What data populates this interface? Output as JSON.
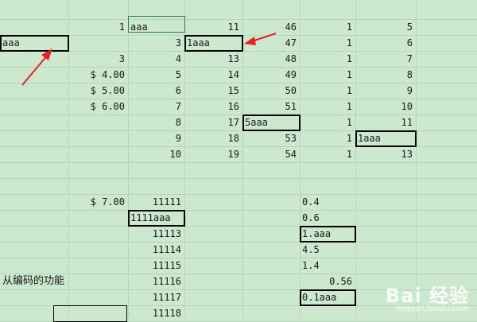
{
  "colors": {
    "background": "#cce8cf",
    "arrow": "#e32222",
    "highlight_box": "#000000"
  },
  "rows": [
    {
      "r": 0,
      "cells": [
        {
          "c": "B",
          "t": "1",
          "a": "r"
        },
        {
          "c": "C",
          "t": "aaa",
          "a": "l"
        },
        {
          "c": "D",
          "t": "11",
          "a": "r"
        },
        {
          "c": "E",
          "t": "46",
          "a": "r"
        },
        {
          "c": "F",
          "t": "1",
          "a": "r"
        },
        {
          "c": "G",
          "t": "5",
          "a": "r"
        }
      ]
    },
    {
      "r": 1,
      "cells": [
        {
          "c": "A",
          "t": "aaa",
          "a": "l"
        },
        {
          "c": "C",
          "t": "3",
          "a": "r"
        },
        {
          "c": "D",
          "t": "1aaa",
          "a": "l"
        },
        {
          "c": "E",
          "t": "47",
          "a": "r"
        },
        {
          "c": "F",
          "t": "1",
          "a": "r"
        },
        {
          "c": "G",
          "t": "6",
          "a": "r"
        }
      ]
    },
    {
      "r": 2,
      "cells": [
        {
          "c": "B",
          "t": "3",
          "a": "r"
        },
        {
          "c": "C",
          "t": "4",
          "a": "r"
        },
        {
          "c": "D",
          "t": "13",
          "a": "r"
        },
        {
          "c": "E",
          "t": "48",
          "a": "r"
        },
        {
          "c": "F",
          "t": "1",
          "a": "r"
        },
        {
          "c": "G",
          "t": "7",
          "a": "r"
        }
      ]
    },
    {
      "r": 3,
      "cells": [
        {
          "c": "B",
          "t": "$    4.00",
          "a": "r"
        },
        {
          "c": "C",
          "t": "5",
          "a": "r"
        },
        {
          "c": "D",
          "t": "14",
          "a": "r"
        },
        {
          "c": "E",
          "t": "49",
          "a": "r"
        },
        {
          "c": "F",
          "t": "1",
          "a": "r"
        },
        {
          "c": "G",
          "t": "8",
          "a": "r"
        }
      ]
    },
    {
      "r": 4,
      "cells": [
        {
          "c": "B",
          "t": "$    5.00",
          "a": "r"
        },
        {
          "c": "C",
          "t": "6",
          "a": "r"
        },
        {
          "c": "D",
          "t": "15",
          "a": "r"
        },
        {
          "c": "E",
          "t": "50",
          "a": "r"
        },
        {
          "c": "F",
          "t": "1",
          "a": "r"
        },
        {
          "c": "G",
          "t": "9",
          "a": "r"
        }
      ]
    },
    {
      "r": 5,
      "cells": [
        {
          "c": "B",
          "t": "$    6.00",
          "a": "r"
        },
        {
          "c": "C",
          "t": "7",
          "a": "r"
        },
        {
          "c": "D",
          "t": "16",
          "a": "r"
        },
        {
          "c": "E",
          "t": "51",
          "a": "r"
        },
        {
          "c": "F",
          "t": "1",
          "a": "r"
        },
        {
          "c": "G",
          "t": "10",
          "a": "r"
        }
      ]
    },
    {
      "r": 6,
      "cells": [
        {
          "c": "C",
          "t": "8",
          "a": "r"
        },
        {
          "c": "D",
          "t": "17",
          "a": "r"
        },
        {
          "c": "E",
          "t": "5aaa",
          "a": "l"
        },
        {
          "c": "F",
          "t": "1",
          "a": "r"
        },
        {
          "c": "G",
          "t": "11",
          "a": "r"
        }
      ]
    },
    {
      "r": 7,
      "cells": [
        {
          "c": "C",
          "t": "9",
          "a": "r"
        },
        {
          "c": "D",
          "t": "18",
          "a": "r"
        },
        {
          "c": "E",
          "t": "53",
          "a": "r"
        },
        {
          "c": "F",
          "t": "1",
          "a": "r"
        },
        {
          "c": "G",
          "t": "1aaa",
          "a": "l"
        }
      ]
    },
    {
      "r": 8,
      "cells": [
        {
          "c": "C",
          "t": "10",
          "a": "r"
        },
        {
          "c": "D",
          "t": "19",
          "a": "r"
        },
        {
          "c": "E",
          "t": "54",
          "a": "r"
        },
        {
          "c": "F",
          "t": "1",
          "a": "r"
        },
        {
          "c": "G",
          "t": "13",
          "a": "r"
        }
      ]
    },
    {
      "r": 11,
      "cells": [
        {
          "c": "B",
          "t": "$    7.00",
          "a": "r"
        },
        {
          "c": "C",
          "t": "11111",
          "a": "r"
        },
        {
          "c": "F",
          "t": "0.4",
          "a": "l"
        }
      ]
    },
    {
      "r": 12,
      "cells": [
        {
          "c": "C",
          "t": "1111aaa",
          "a": "l"
        },
        {
          "c": "F",
          "t": "0.6",
          "a": "l"
        }
      ]
    },
    {
      "r": 13,
      "cells": [
        {
          "c": "C",
          "t": "11113",
          "a": "r"
        },
        {
          "c": "F",
          "t": "1.aaa",
          "a": "l"
        }
      ]
    },
    {
      "r": 14,
      "cells": [
        {
          "c": "C",
          "t": "11114",
          "a": "r"
        },
        {
          "c": "F",
          "t": "4.5",
          "a": "l"
        }
      ]
    },
    {
      "r": 15,
      "cells": [
        {
          "c": "C",
          "t": "11115",
          "a": "r"
        },
        {
          "c": "F",
          "t": "1.4",
          "a": "l"
        }
      ]
    },
    {
      "r": 16,
      "cells": [
        {
          "c": "A",
          "t": "从编码的功能",
          "a": "l",
          "cn": true
        },
        {
          "c": "C",
          "t": "11116",
          "a": "r"
        },
        {
          "c": "F",
          "t": "0.56",
          "a": "r"
        }
      ]
    },
    {
      "r": 17,
      "cells": [
        {
          "c": "C",
          "t": "11117",
          "a": "r"
        },
        {
          "c": "F",
          "t": "0.1aaa",
          "a": "l"
        }
      ]
    },
    {
      "r": 18,
      "cells": [
        {
          "c": "C",
          "t": "11118",
          "a": "r"
        }
      ]
    }
  ],
  "highlights": [
    {
      "c": "A",
      "r": 1
    },
    {
      "c": "D",
      "r": 1
    },
    {
      "c": "E",
      "r": 6
    },
    {
      "c": "G",
      "r": 7
    },
    {
      "c": "C",
      "r": 12
    },
    {
      "c": "F",
      "r": 13
    },
    {
      "c": "F",
      "r": 17
    }
  ],
  "empty_box": {
    "c": "A",
    "r": 18
  },
  "selected_cell": {
    "c": "C",
    "r": 0
  },
  "watermark": {
    "main": "Bai 经验",
    "sub": "jingyan.baidu.com"
  }
}
